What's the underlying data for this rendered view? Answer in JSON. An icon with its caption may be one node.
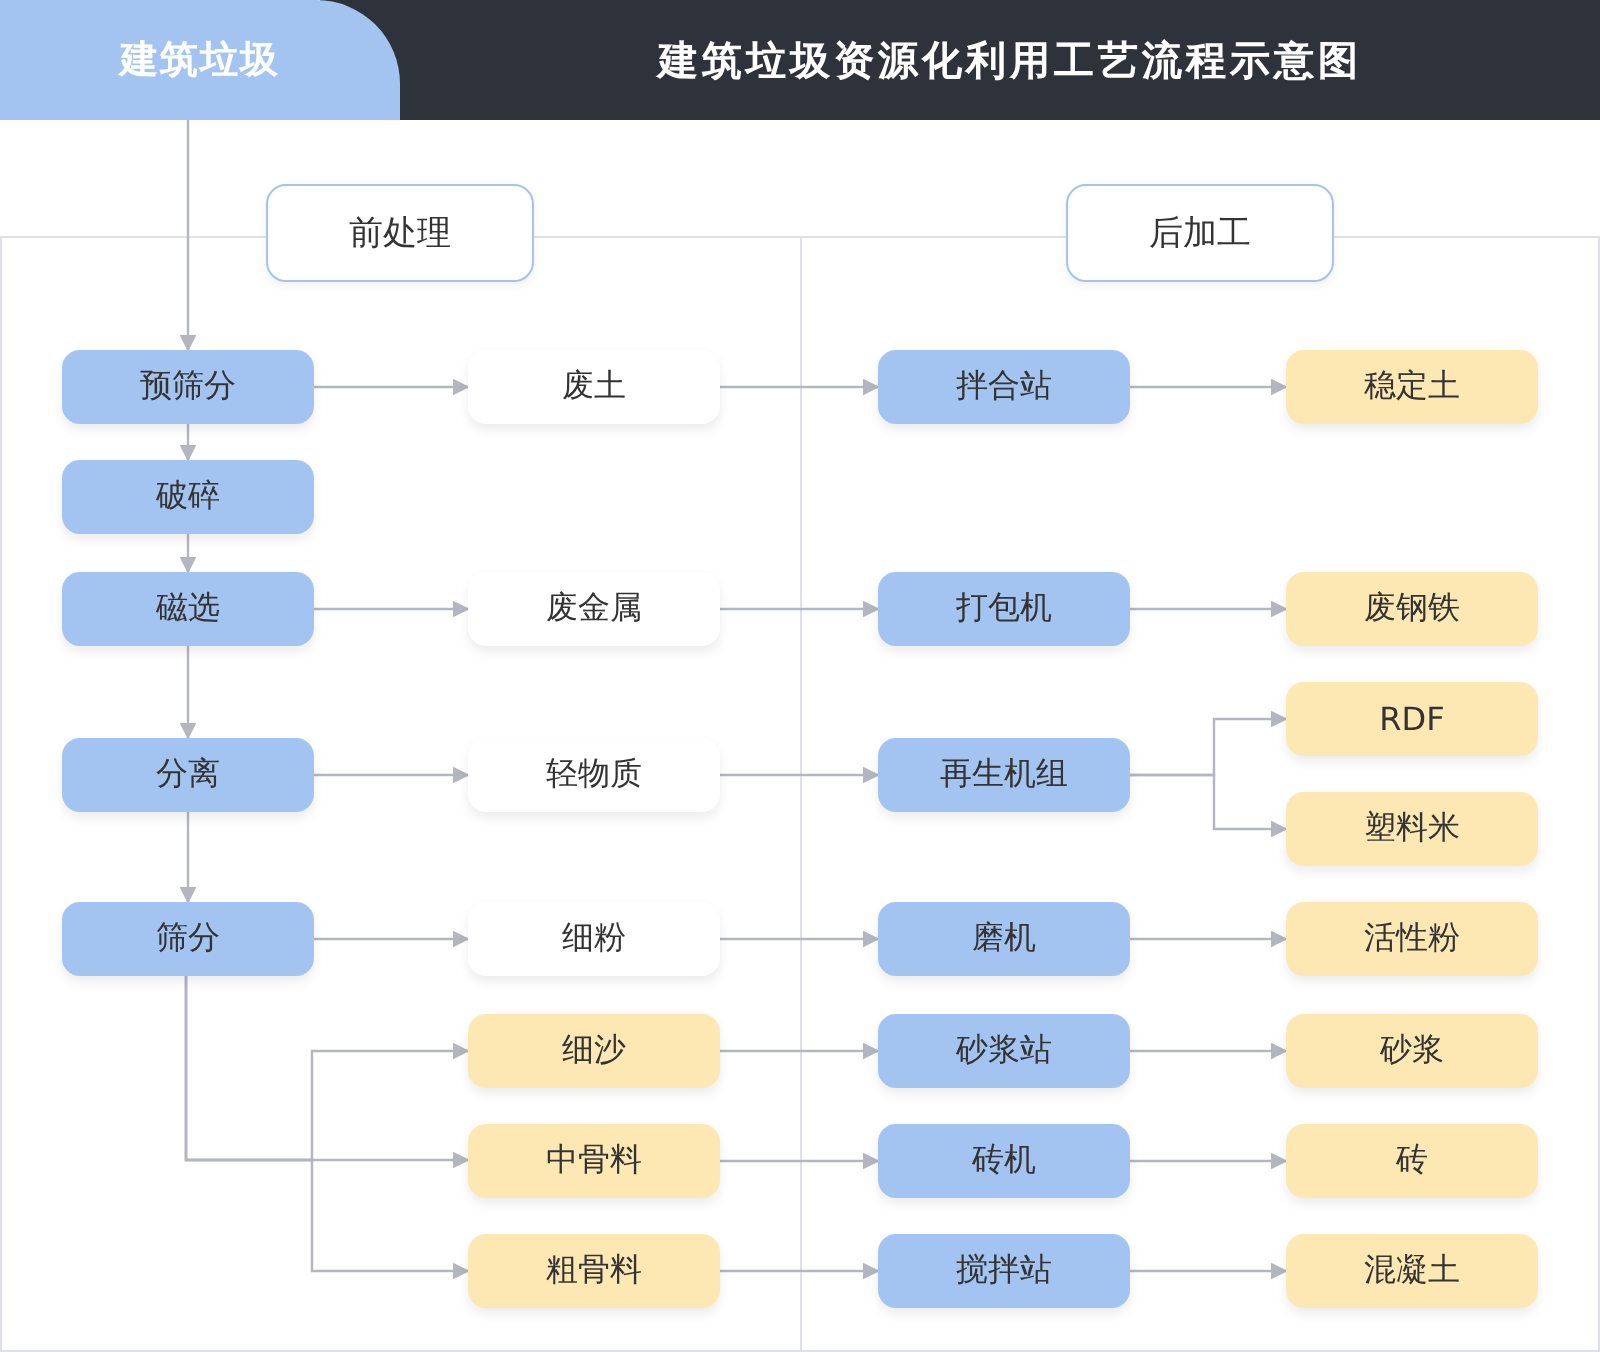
{
  "diagram": {
    "title": "建筑垃圾资源化利用工艺流程示意图",
    "nodes": [
      {
        "text": [
          "建筑垃圾"
        ]
      },
      {
        "text": [
          "前处理"
        ]
      },
      {
        "text": [
          "预筛分"
        ],
        "in": 1
      },
      {
        "text": [
          "破碎"
        ],
        "in": 1
      },
      {
        "text": [
          "磁选"
        ],
        "in": 1
      },
      {
        "text": [
          "分离"
        ],
        "in": 1
      },
      {
        "text": [
          "筛分"
        ],
        "in": 1
      },
      {
        "text": [
          "废土"
        ],
        "in": 1
      },
      {
        "text": [
          "废金属"
        ],
        "in": 1
      },
      {
        "text": [
          "轻物质"
        ],
        "in": 1
      },
      {
        "text": [
          "细粉"
        ],
        "in": 1
      },
      {
        "text": [
          "细沙"
        ],
        "in": 1
      },
      {
        "text": [
          "中骨料"
        ],
        "in": 1
      },
      {
        "text": [
          "粗骨料"
        ],
        "in": 1
      },
      {
        "text": [
          "后加工"
        ]
      },
      {
        "text": [
          "拌合站"
        ],
        "in": 14
      },
      {
        "text": [
          "稳定土"
        ],
        "in": 14
      },
      {
        "text": [
          "打包机"
        ],
        "in": 14
      },
      {
        "text": [
          "废钢铁"
        ],
        "in": 14
      },
      {
        "text": [
          "再生机组"
        ],
        "in": 14
      },
      {
        "text": [
          "RDF"
        ],
        "in": 14
      },
      {
        "text": [
          "塑料米"
        ],
        "in": 14
      },
      {
        "text": [
          "磨机"
        ],
        "in": 14
      },
      {
        "text": [
          "活性粉"
        ],
        "in": 14
      },
      {
        "text": [
          "砂浆站"
        ],
        "in": 14
      },
      {
        "text": [
          "砂浆"
        ],
        "in": 14
      },
      {
        "text": [
          "砖机"
        ],
        "in": 14
      },
      {
        "text": [
          "砖"
        ],
        "in": 14
      },
      {
        "text": [
          "搅拌站"
        ],
        "in": 14
      },
      {
        "text": [
          "混凝土"
        ],
        "in": 14
      }
    ],
    "edges": [
      {
        "from": 0,
        "to": 2,
        "arrow": "to"
      },
      {
        "from": 2,
        "to": 3,
        "arrow": "to"
      },
      {
        "from": 3,
        "to": 4,
        "arrow": "to"
      },
      {
        "from": 4,
        "to": 5,
        "arrow": "to"
      },
      {
        "from": 5,
        "to": 6,
        "arrow": "to"
      },
      {
        "from": 2,
        "to": 7,
        "arrow": "to"
      },
      {
        "from": 4,
        "to": 8,
        "arrow": "to"
      },
      {
        "from": 5,
        "to": 9,
        "arrow": "to"
      },
      {
        "from": 6,
        "to": 10,
        "arrow": "to"
      },
      {
        "from": 6,
        "to": 11,
        "arrow": "to"
      },
      {
        "from": 6,
        "to": 12,
        "arrow": "to"
      },
      {
        "from": 6,
        "to": 13,
        "arrow": "to"
      },
      {
        "from": 7,
        "to": 15,
        "arrow": "to"
      },
      {
        "from": 8,
        "to": 17,
        "arrow": "to"
      },
      {
        "from": 9,
        "to": 19,
        "arrow": "to"
      },
      {
        "from": 10,
        "to": 22,
        "arrow": "to"
      },
      {
        "from": 11,
        "to": 24,
        "arrow": "to"
      },
      {
        "from": 12,
        "to": 26,
        "arrow": "to"
      },
      {
        "from": 13,
        "to": 28,
        "arrow": "to"
      },
      {
        "from": 15,
        "to": 16,
        "arrow": "to"
      },
      {
        "from": 17,
        "to": 18,
        "arrow": "to"
      },
      {
        "from": 19,
        "to": 20,
        "arrow": "to"
      },
      {
        "from": 19,
        "to": 21,
        "arrow": "to"
      },
      {
        "from": 22,
        "to": 23,
        "arrow": "to"
      },
      {
        "from": 24,
        "to": 25,
        "arrow": "to"
      },
      {
        "from": 26,
        "to": 27,
        "arrow": "to"
      },
      {
        "from": 28,
        "to": 29,
        "arrow": "to"
      }
    ]
  }
}
